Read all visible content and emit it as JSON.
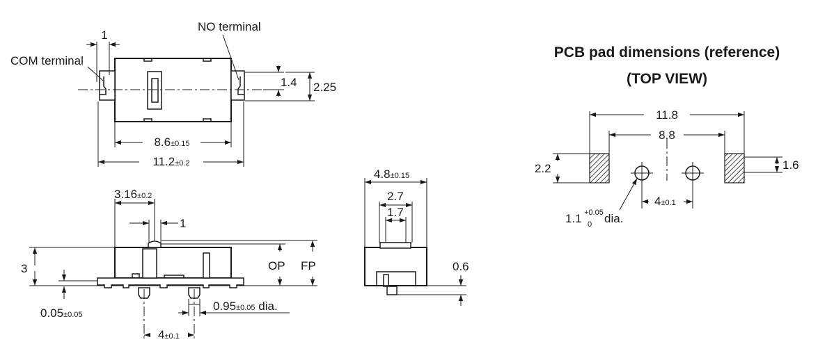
{
  "top_view_switch": {
    "label_no_terminal": "NO terminal",
    "label_com_terminal": "COM terminal",
    "dim_terminal_width": "1",
    "dim_1_4": "1.4",
    "dim_2_25": "2.25",
    "dim_body_width": "8.6",
    "dim_body_width_tol": "±0.15",
    "dim_total_width": "11.2",
    "dim_total_width_tol": "±0.2"
  },
  "front_view": {
    "dim_actuator_pos": "3.16",
    "dim_actuator_pos_tol": "±0.2",
    "dim_actuator_width": "1",
    "dim_height": "3",
    "label_op": "OP",
    "label_fp": "FP",
    "dim_standoff": "0.05",
    "dim_standoff_tol": "±0.05",
    "dim_boss_dia": "0.95",
    "dim_boss_dia_tol": "±0.05",
    "dim_boss_dia_suffix": " dia.",
    "dim_boss_pitch": "4",
    "dim_boss_pitch_tol": "±0.1"
  },
  "side_view": {
    "dim_depth": "4.8",
    "dim_depth_tol": "±0.15",
    "dim_2_7": "2.7",
    "dim_1_7": "1.7",
    "dim_0_6": "0.6"
  },
  "pcb_pad": {
    "title_line1": "PCB pad dimensions (reference)",
    "title_line2": "(TOP VIEW)",
    "dim_outer": "11.8",
    "dim_inner": "8.8",
    "dim_pad_pitch_v": "2.2",
    "dim_pad_h": "1.6",
    "dim_hole_pitch": "4",
    "dim_hole_pitch_tol": "±0.1",
    "hole_dia_value": "1.1",
    "hole_dia_tol_plus": "+0.05",
    "hole_dia_tol_minus": "0",
    "hole_dia_suffix": " dia."
  }
}
